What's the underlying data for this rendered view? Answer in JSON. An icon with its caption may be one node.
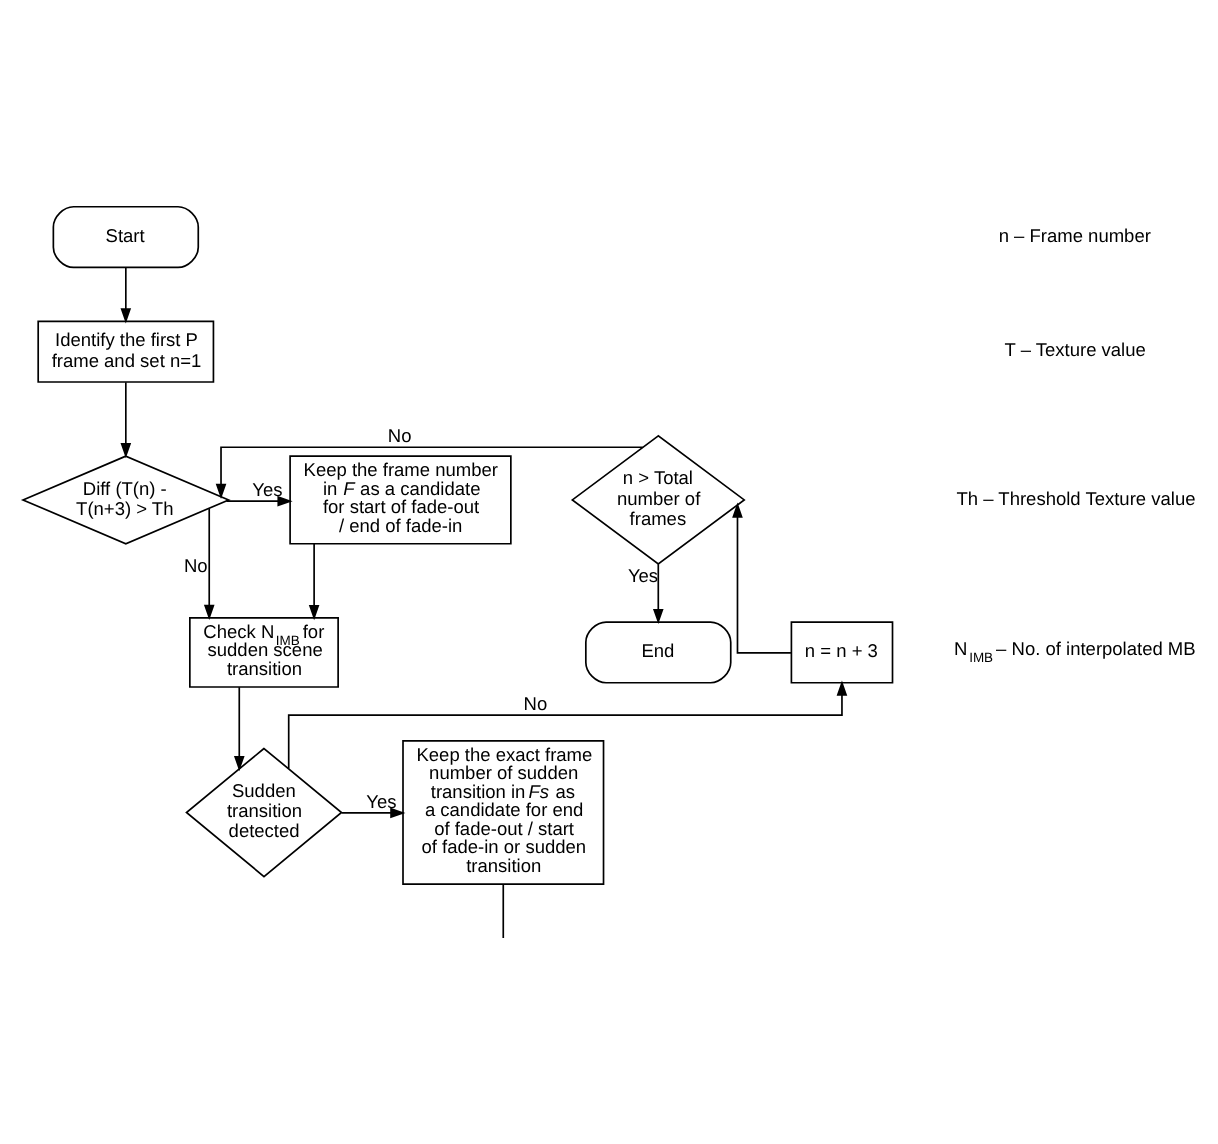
{
  "diagram": {
    "nodes": [
      {
        "text": [
          "Start"
        ]
      },
      {
        "text": [
          "Identify the first P frame and set n=1"
        ]
      },
      {
        "text": [
          "n > Total number of frames"
        ]
      },
      {
        "text": [
          "Diff (T(n) - T(n+3) > Th"
        ]
      },
      {
        "text": [
          "Keep the frame number in *F* as a candidate for start of fade-out / end of fade-in"
        ]
      },
      {
        "text": [
          "End"
        ]
      },
      {
        "text": [
          "n = n + 3"
        ]
      },
      {
        "text": [
          "Check N$_{IMB}$ for sudden scene transition"
        ]
      },
      {
        "text": [
          "Sudden transition detected"
        ]
      },
      {
        "text": [
          "Keep the exact frame number of sudden transition in *Fs* as a candidate for end of fade-out / start of fade-in or sudden transition"
        ]
      }
    ],
    "edges": [
      {
        "from": 0,
        "to": 1,
        "arrow": "to"
      },
      {
        "from": 1,
        "to": 3,
        "arrow": "to"
      },
      {
        "from": 3,
        "to": 4,
        "arrow": "to",
        "label": "Yes"
      },
      {
        "from": 3,
        "to": 7,
        "arrow": "to",
        "label": "No"
      },
      {
        "from": 4,
        "to": 7,
        "arrow": "to"
      },
      {
        "from": 7,
        "to": 8,
        "arrow": "to"
      },
      {
        "from": 8,
        "to": 9,
        "arrow": "to",
        "label": "Yes"
      },
      {
        "from": 8,
        "to": 6,
        "arrow": "to",
        "label": "No"
      },
      {
        "from": 6,
        "to": 2,
        "arrow": "to"
      },
      {
        "from": 2,
        "to": 3,
        "arrow": "to",
        "label": "No"
      },
      {
        "from": 2,
        "to": 5,
        "arrow": "to",
        "label": "Yes"
      },
      {
        "from": 9,
        "to": null,
        "arrow": "none"
      }
    ],
    "labels": [
      "n – Frame number",
      "T – Texture value",
      "Th – Threshold Texture value",
      "N$_{IMB}$ – No. of interpolated MB"
    ]
  }
}
